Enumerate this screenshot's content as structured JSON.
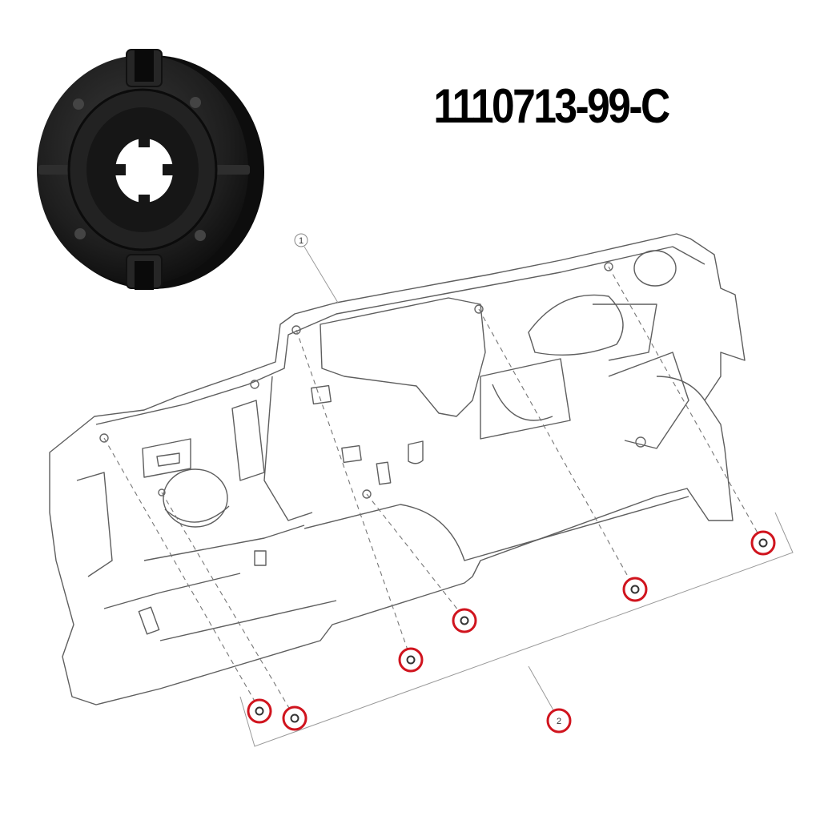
{
  "part_number": "1110713-99-C",
  "callouts": [
    {
      "label": "1"
    },
    {
      "label": "2"
    }
  ],
  "colors": {
    "highlight": "#d0141e",
    "part_body": "#1c1c1c",
    "line_art": "#6a6a6a"
  },
  "icons": [
    "grommet-clip-product-photo",
    "dashboard-insulator-line-drawing"
  ]
}
